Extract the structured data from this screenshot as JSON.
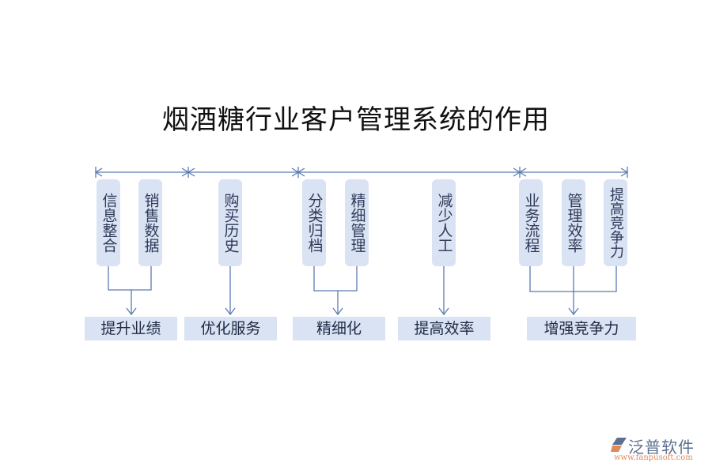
{
  "title": "烟酒糖行业客户管理系统的作用",
  "colors": {
    "line": "#5b7bb0",
    "fill": "#dae3f3",
    "text": "#2f3a59"
  },
  "groups": [
    {
      "outcome": "提升业绩",
      "items": [
        "信息整合",
        "销售数据"
      ]
    },
    {
      "outcome": "优化服务",
      "items": [
        "购买历史"
      ]
    },
    {
      "outcome": "精细化",
      "items": [
        "分类归档",
        "精细管理"
      ]
    },
    {
      "outcome": "提高效率",
      "items": [
        "减少人工"
      ]
    },
    {
      "outcome": "增强竞争力",
      "items": [
        "业务流程",
        "管理效率",
        "提高竞争力"
      ]
    }
  ],
  "logo": {
    "brand": "泛普软件",
    "url": "www.fanpusoft.com"
  }
}
